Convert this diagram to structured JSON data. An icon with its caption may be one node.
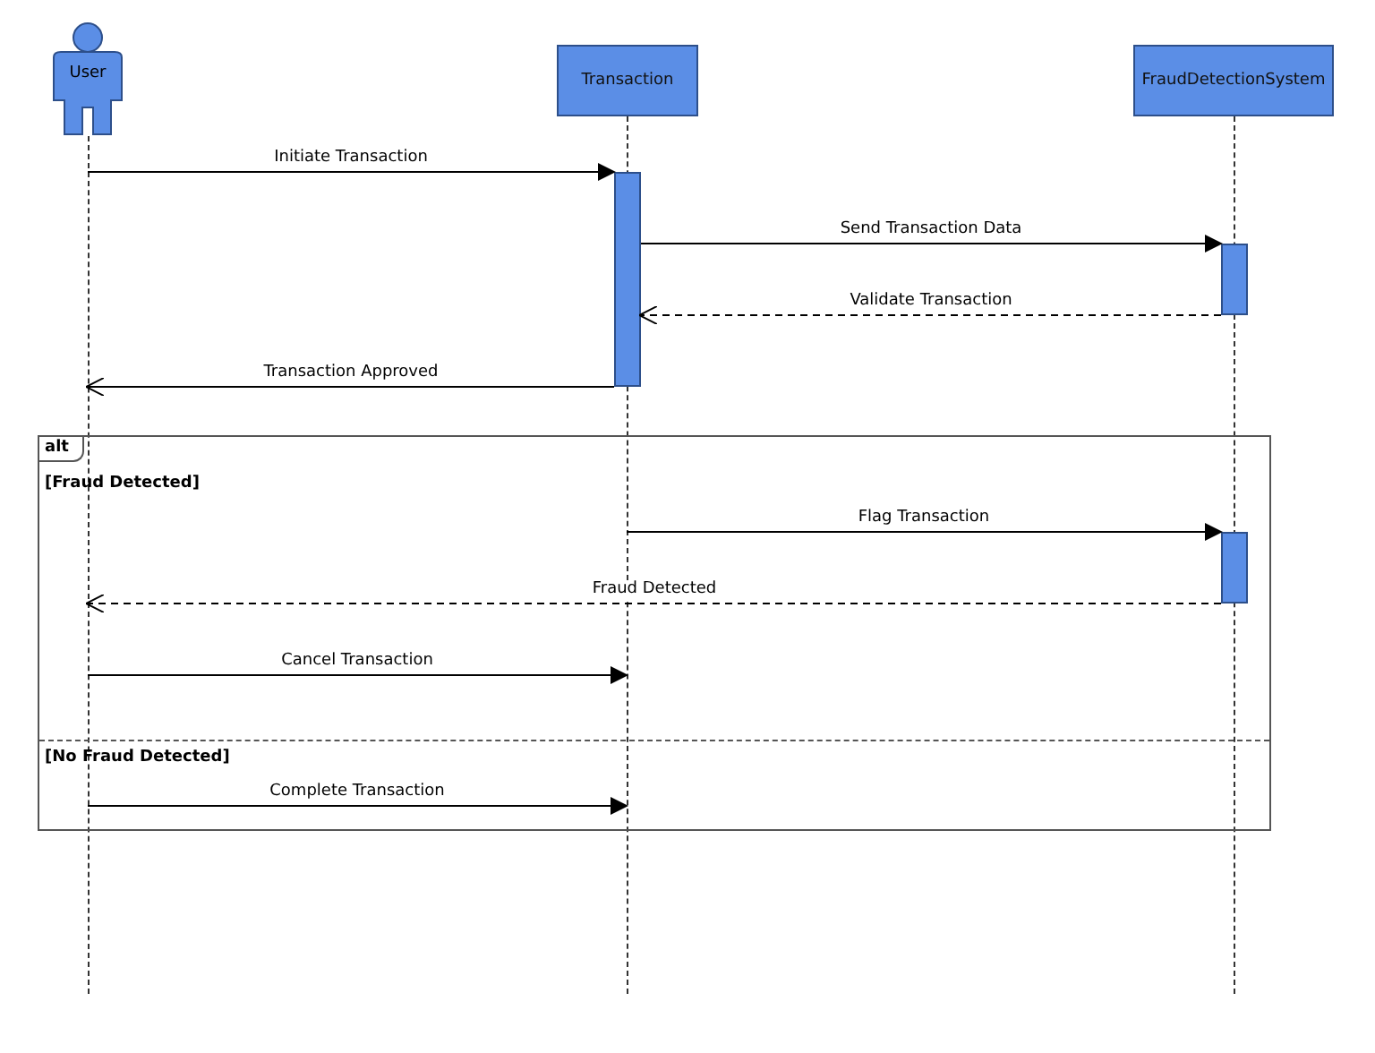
{
  "diagram": {
    "nodes": [
      {
        "text": [
          "User"
        ]
      },
      {
        "text": [
          "Transaction"
        ]
      },
      {
        "text": [
          "FraudDetectionSystem"
        ]
      },
      {
        "text": [],
        "shape": "line"
      },
      {
        "text": [],
        "shape": "line"
      },
      {
        "text": [],
        "shape": "line"
      },
      {
        "text": [],
        "shape": "bar"
      },
      {
        "text": [],
        "shape": "bar"
      },
      {
        "text": [
          "alt",
          "[Fraud Detected]",
          "[No Fraud Detected]"
        ]
      },
      {
        "text": [],
        "shape": "bar",
        "in": 8
      }
    ],
    "edges": [
      {
        "from": 3,
        "to": 6,
        "arrow": "to",
        "label": "Initiate Transaction"
      },
      {
        "from": 6,
        "to": 7,
        "arrow": "to",
        "label": "Send Transaction Data"
      },
      {
        "from": 7,
        "to": 6,
        "arrow": "to",
        "label": "Validate Transaction",
        "style": "dashed"
      },
      {
        "from": 6,
        "to": 3,
        "arrow": "to",
        "label": "Transaction Approved"
      },
      {
        "from": 4,
        "to": 9,
        "arrow": "to",
        "label": "Flag Transaction"
      },
      {
        "from": 9,
        "to": 3,
        "arrow": "to",
        "label": "Fraud Detected",
        "style": "dashed"
      },
      {
        "from": 3,
        "to": 4,
        "arrow": "to",
        "label": "Cancel Transaction"
      },
      {
        "from": 3,
        "to": 4,
        "arrow": "to",
        "label": "Complete Transaction"
      }
    ]
  }
}
